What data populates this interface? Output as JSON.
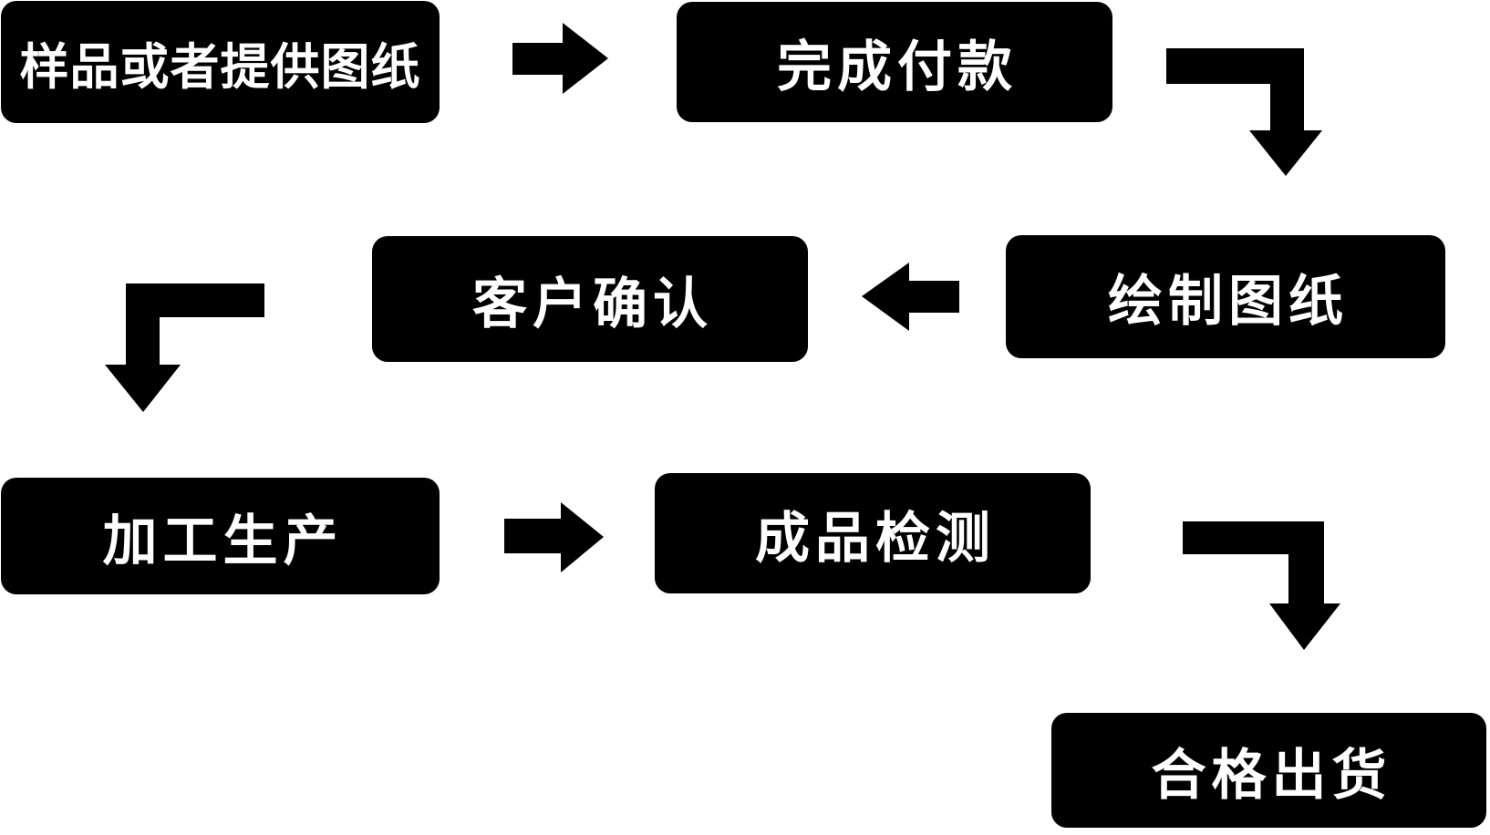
{
  "diagram": {
    "type": "flowchart",
    "background_color": "#ffffff",
    "node_fill_color": "#000000",
    "node_text_color": "#ffffff",
    "arrow_color": "#000000",
    "nodes": [
      {
        "id": "sample-or-drawing",
        "label": "样品或者提供图纸"
      },
      {
        "id": "complete-payment",
        "label": "完成付款"
      },
      {
        "id": "draw-drawings",
        "label": "绘制图纸"
      },
      {
        "id": "customer-confirmation",
        "label": "客户确认"
      },
      {
        "id": "processing-production",
        "label": "加工生产"
      },
      {
        "id": "finished-inspection",
        "label": "成品检测"
      },
      {
        "id": "qualified-shipment",
        "label": "合格出货"
      }
    ],
    "connections": [
      {
        "from": "样品或者提供图纸",
        "to": "完成付款",
        "shape": "straight-right"
      },
      {
        "from": "完成付款",
        "to": "绘制图纸",
        "shape": "elbow-right-down"
      },
      {
        "from": "绘制图纸",
        "to": "客户确认",
        "shape": "straight-left"
      },
      {
        "from": "客户确认",
        "to": "加工生产",
        "shape": "elbow-left-down"
      },
      {
        "from": "加工生产",
        "to": "成品检测",
        "shape": "straight-right"
      },
      {
        "from": "成品检测",
        "to": "合格出货",
        "shape": "elbow-right-down"
      }
    ]
  }
}
